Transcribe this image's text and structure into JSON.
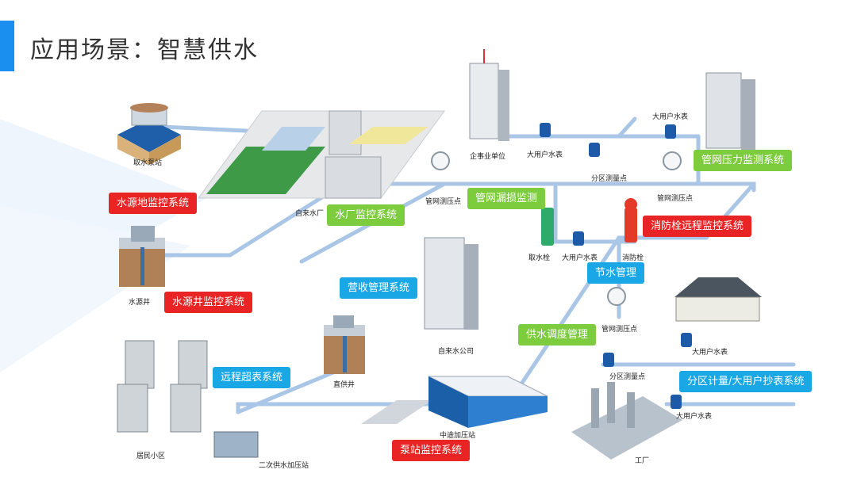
{
  "page": {
    "title": "应用场景：智慧供水"
  },
  "colors": {
    "accent": "#1a8ff0",
    "red_tag": "#e82424",
    "green_tag": "#7ccc3e",
    "blue_tag": "#1aa7e6",
    "pipe": "#9fbfe0"
  },
  "tags": {
    "water_source": "水源地监控系统",
    "plant": "水厂监控系统",
    "leak": "管网漏损监测",
    "pressure": "管网压力监测系统",
    "hydrant": "消防栓远程监控系统",
    "well": "水源井监控系统",
    "billing": "营收管理系统",
    "saving": "节水管理",
    "dispatch": "供水调度管理",
    "remote_meter": "远程超表系统",
    "district": "分区计量/大用户抄表系统",
    "pump": "泵站监控系统"
  },
  "labels": {
    "intake": "取水泵站",
    "plant": "自来水厂",
    "enterprise": "企事业单位",
    "big_meter_1": "大用户水表",
    "big_meter_2": "大用户水表",
    "zone_point_1": "分区测量点",
    "pipe_pressure_1": "管网测压点",
    "pipe_pressure_2": "管网测压点",
    "hydrant_intake": "取水栓",
    "big_meter_3": "大用户水表",
    "hydrant": "消防栓",
    "well": "水源井",
    "company": "自来水公司",
    "pipe_pressure_3": "管网测压点",
    "big_meter_4": "大用户水表",
    "zone_point_2": "分区测量点",
    "direct_well": "直供井",
    "booster": "中途加压站",
    "residential": "居民小区",
    "secondary": "二次供水加压站",
    "big_meter_5": "大用户水表",
    "factory": "工厂"
  }
}
